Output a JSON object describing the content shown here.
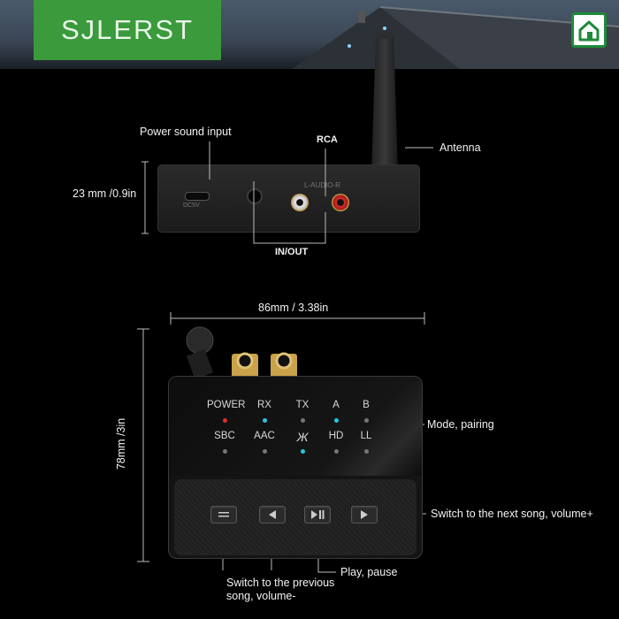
{
  "brand": {
    "text": "SJLERST",
    "banner_color": "#3a9a3c"
  },
  "home_icon": "home-icon",
  "top_view": {
    "labels": {
      "power_input": "Power sound input",
      "rca": "RCA",
      "antenna": "Antenna",
      "height": "23 mm /0.9in",
      "in_out": "IN/OUT",
      "port_marking": "L-AUDIO-R",
      "dc_marking": "DC5V"
    }
  },
  "front_view": {
    "labels": {
      "width": "86mm / 3.38in",
      "height": "78mm /3in",
      "mode": "Mode, pairing",
      "next": "Switch to the next song, volume+",
      "play": "Play, pause",
      "prev_line1": "Switch to the previous",
      "prev_line2": "song, volume-"
    },
    "indicators_row1": [
      "POWER",
      "RX",
      "TX",
      "A",
      "B"
    ],
    "indicators_row2": [
      "SBC",
      "AAC",
      "Ж",
      "HD",
      "LL"
    ],
    "led_colors": {
      "power": "#e03030",
      "active": "#25c7e0",
      "idle": "#777777"
    },
    "buttons": [
      "mode",
      "prev",
      "play-pause",
      "next"
    ]
  }
}
